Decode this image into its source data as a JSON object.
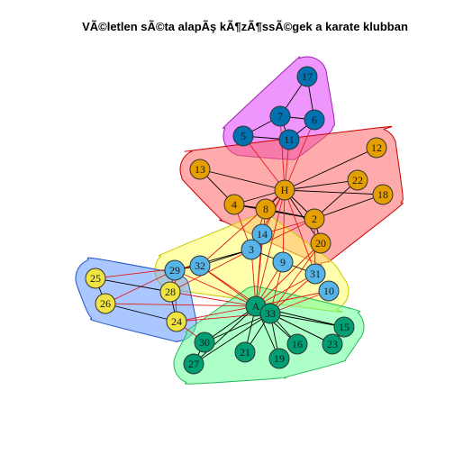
{
  "title": "VÃ©letlen sÃ©ta alapÃş kÃ¶zÃ¶ssÃ©gek a karate klubban",
  "colors": {
    "edge_internal": "#000000",
    "edge_cross": "#e31a1c",
    "node_stroke": "#333333"
  },
  "groups": [
    {
      "name": "purple",
      "fill": "#e040fb",
      "stroke": "#a020b0",
      "nodes": [
        "17",
        "7",
        "6",
        "5",
        "11"
      ]
    },
    {
      "name": "red",
      "fill": "#ff6666",
      "stroke": "#cc0000",
      "nodes": [
        "13",
        "12",
        "H",
        "22",
        "18",
        "4",
        "8",
        "2",
        "20"
      ]
    },
    {
      "name": "yellow",
      "fill": "#ffff66",
      "stroke": "#c8c800",
      "nodes": [
        "14",
        "3",
        "9",
        "32",
        "29",
        "31",
        "10"
      ]
    },
    {
      "name": "blue",
      "fill": "#6699ff",
      "stroke": "#2255cc",
      "nodes": [
        "25",
        "26",
        "28",
        "24"
      ]
    },
    {
      "name": "green",
      "fill": "#66ff99",
      "stroke": "#22bb55",
      "nodes": [
        "A",
        "33",
        "15",
        "30",
        "21",
        "16",
        "23",
        "19",
        "27"
      ]
    }
  ],
  "nodes": [
    {
      "id": "17",
      "label": "17",
      "color": "#0072b2"
    },
    {
      "id": "7",
      "label": "7",
      "color": "#0072b2"
    },
    {
      "id": "6",
      "label": "6",
      "color": "#0072b2"
    },
    {
      "id": "5",
      "label": "5",
      "color": "#0072b2"
    },
    {
      "id": "11",
      "label": "11",
      "color": "#0072b2"
    },
    {
      "id": "12",
      "label": "12",
      "color": "#e69f00"
    },
    {
      "id": "13",
      "label": "13",
      "color": "#e69f00"
    },
    {
      "id": "H",
      "label": "H",
      "color": "#e69f00"
    },
    {
      "id": "22",
      "label": "22",
      "color": "#e69f00"
    },
    {
      "id": "18",
      "label": "18",
      "color": "#e69f00"
    },
    {
      "id": "4",
      "label": "4",
      "color": "#e69f00"
    },
    {
      "id": "8",
      "label": "8",
      "color": "#e69f00"
    },
    {
      "id": "2",
      "label": "2",
      "color": "#e69f00"
    },
    {
      "id": "20",
      "label": "20",
      "color": "#e69f00"
    },
    {
      "id": "14",
      "label": "14",
      "color": "#56b4e9"
    },
    {
      "id": "3",
      "label": "3",
      "color": "#56b4e9"
    },
    {
      "id": "9",
      "label": "9",
      "color": "#56b4e9"
    },
    {
      "id": "32",
      "label": "32",
      "color": "#56b4e9"
    },
    {
      "id": "29",
      "label": "29",
      "color": "#56b4e9"
    },
    {
      "id": "31",
      "label": "31",
      "color": "#56b4e9"
    },
    {
      "id": "10",
      "label": "10",
      "color": "#56b4e9"
    },
    {
      "id": "25",
      "label": "25",
      "color": "#f0e442"
    },
    {
      "id": "26",
      "label": "26",
      "color": "#f0e442"
    },
    {
      "id": "28",
      "label": "28",
      "color": "#f0e442"
    },
    {
      "id": "24",
      "label": "24",
      "color": "#f0e442"
    },
    {
      "id": "A",
      "label": "A",
      "color": "#009e73"
    },
    {
      "id": "33",
      "label": "33",
      "color": "#009e73"
    },
    {
      "id": "15",
      "label": "15",
      "color": "#009e73"
    },
    {
      "id": "30",
      "label": "30",
      "color": "#009e73"
    },
    {
      "id": "21",
      "label": "21",
      "color": "#009e73"
    },
    {
      "id": "16",
      "label": "16",
      "color": "#009e73"
    },
    {
      "id": "23",
      "label": "23",
      "color": "#009e73"
    },
    {
      "id": "19",
      "label": "19",
      "color": "#009e73"
    },
    {
      "id": "27",
      "label": "27",
      "color": "#009e73"
    }
  ],
  "edges": [
    {
      "s": "17",
      "t": "7",
      "cross": false
    },
    {
      "s": "17",
      "t": "6",
      "cross": false
    },
    {
      "s": "7",
      "t": "6",
      "cross": false
    },
    {
      "s": "7",
      "t": "5",
      "cross": false
    },
    {
      "s": "7",
      "t": "11",
      "cross": false
    },
    {
      "s": "6",
      "t": "11",
      "cross": false
    },
    {
      "s": "5",
      "t": "11",
      "cross": false
    },
    {
      "s": "5",
      "t": "H",
      "cross": true
    },
    {
      "s": "11",
      "t": "H",
      "cross": true
    },
    {
      "s": "6",
      "t": "H",
      "cross": true
    },
    {
      "s": "7",
      "t": "H",
      "cross": true
    },
    {
      "s": "H",
      "t": "13",
      "cross": false
    },
    {
      "s": "H",
      "t": "12",
      "cross": false
    },
    {
      "s": "H",
      "t": "22",
      "cross": false
    },
    {
      "s": "H",
      "t": "18",
      "cross": false
    },
    {
      "s": "H",
      "t": "4",
      "cross": false
    },
    {
      "s": "H",
      "t": "8",
      "cross": false
    },
    {
      "s": "H",
      "t": "2",
      "cross": false
    },
    {
      "s": "H",
      "t": "20",
      "cross": false
    },
    {
      "s": "22",
      "t": "2",
      "cross": false
    },
    {
      "s": "18",
      "t": "2",
      "cross": false
    },
    {
      "s": "4",
      "t": "8",
      "cross": false
    },
    {
      "s": "4",
      "t": "2",
      "cross": false
    },
    {
      "s": "8",
      "t": "2",
      "cross": false
    },
    {
      "s": "2",
      "t": "20",
      "cross": false
    },
    {
      "s": "13",
      "t": "4",
      "cross": false
    },
    {
      "s": "H",
      "t": "14",
      "cross": true
    },
    {
      "s": "H",
      "t": "3",
      "cross": true
    },
    {
      "s": "H",
      "t": "9",
      "cross": true
    },
    {
      "s": "H",
      "t": "32",
      "cross": true
    },
    {
      "s": "H",
      "t": "31",
      "cross": true
    },
    {
      "s": "H",
      "t": "A",
      "cross": true
    },
    {
      "s": "4",
      "t": "3",
      "cross": true
    },
    {
      "s": "8",
      "t": "3",
      "cross": true
    },
    {
      "s": "8",
      "t": "A",
      "cross": true
    },
    {
      "s": "2",
      "t": "3",
      "cross": true
    },
    {
      "s": "2",
      "t": "14",
      "cross": true
    },
    {
      "s": "2",
      "t": "31",
      "cross": true
    },
    {
      "s": "20",
      "t": "A",
      "cross": true
    },
    {
      "s": "20",
      "t": "33",
      "cross": true
    },
    {
      "s": "14",
      "t": "3",
      "cross": false
    },
    {
      "s": "3",
      "t": "9",
      "cross": false
    },
    {
      "s": "3",
      "t": "32",
      "cross": false
    },
    {
      "s": "3",
      "t": "29",
      "cross": false
    },
    {
      "s": "9",
      "t": "31",
      "cross": false
    },
    {
      "s": "32",
      "t": "29",
      "cross": false
    },
    {
      "s": "3",
      "t": "A",
      "cross": true
    },
    {
      "s": "14",
      "t": "A",
      "cross": true
    },
    {
      "s": "9",
      "t": "A",
      "cross": true
    },
    {
      "s": "9",
      "t": "33",
      "cross": true
    },
    {
      "s": "31",
      "t": "A",
      "cross": true
    },
    {
      "s": "31",
      "t": "33",
      "cross": true
    },
    {
      "s": "10",
      "t": "A",
      "cross": true
    },
    {
      "s": "10",
      "t": "33",
      "cross": true
    },
    {
      "s": "32",
      "t": "A",
      "cross": true
    },
    {
      "s": "32",
      "t": "33",
      "cross": true
    },
    {
      "s": "29",
      "t": "A",
      "cross": true
    },
    {
      "s": "29",
      "t": "28",
      "cross": true
    },
    {
      "s": "29",
      "t": "26",
      "cross": true
    },
    {
      "s": "29",
      "t": "24",
      "cross": true
    },
    {
      "s": "32",
      "t": "25",
      "cross": true
    },
    {
      "s": "3",
      "t": "28",
      "cross": true
    },
    {
      "s": "25",
      "t": "26",
      "cross": false
    },
    {
      "s": "25",
      "t": "28",
      "cross": false
    },
    {
      "s": "26",
      "t": "24",
      "cross": false
    },
    {
      "s": "28",
      "t": "24",
      "cross": false
    },
    {
      "s": "26",
      "t": "A",
      "cross": true
    },
    {
      "s": "28",
      "t": "A",
      "cross": true
    },
    {
      "s": "24",
      "t": "A",
      "cross": true
    },
    {
      "s": "24",
      "t": "33",
      "cross": true
    },
    {
      "s": "24",
      "t": "30",
      "cross": true
    },
    {
      "s": "A",
      "t": "33",
      "cross": false
    },
    {
      "s": "A",
      "t": "15",
      "cross": false
    },
    {
      "s": "A",
      "t": "30",
      "cross": false
    },
    {
      "s": "A",
      "t": "21",
      "cross": false
    },
    {
      "s": "A",
      "t": "16",
      "cross": false
    },
    {
      "s": "A",
      "t": "23",
      "cross": false
    },
    {
      "s": "A",
      "t": "19",
      "cross": false
    },
    {
      "s": "A",
      "t": "27",
      "cross": false
    },
    {
      "s": "33",
      "t": "15",
      "cross": false
    },
    {
      "s": "33",
      "t": "30",
      "cross": false
    },
    {
      "s": "33",
      "t": "21",
      "cross": false
    },
    {
      "s": "33",
      "t": "16",
      "cross": false
    },
    {
      "s": "33",
      "t": "23",
      "cross": false
    },
    {
      "s": "33",
      "t": "19",
      "cross": false
    },
    {
      "s": "33",
      "t": "27",
      "cross": false
    },
    {
      "s": "30",
      "t": "27",
      "cross": false
    }
  ]
}
